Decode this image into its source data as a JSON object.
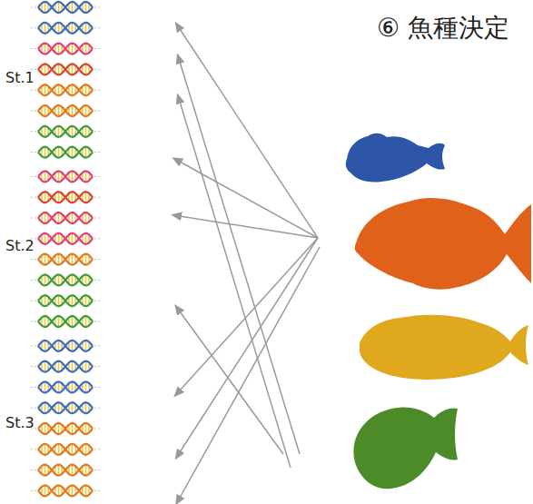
{
  "diagram": {
    "title": "⑥ 魚種決定",
    "labels": [
      "St.1",
      "St.2",
      "St.3"
    ]
  }
}
